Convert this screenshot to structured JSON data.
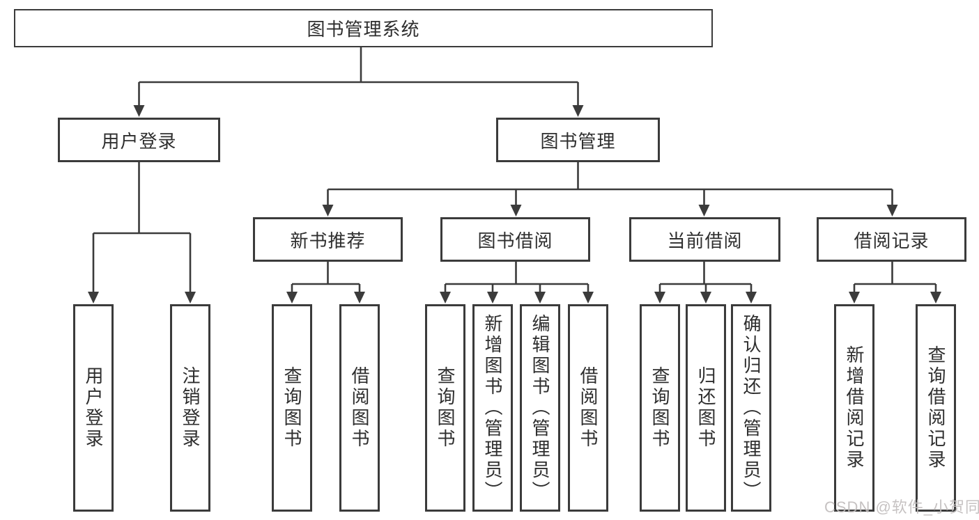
{
  "tree": {
    "root": {
      "label": "图书管理系统",
      "children": {
        "user_login": {
          "label": "用户登录",
          "children": {
            "login": {
              "label": "用户登录"
            },
            "logout": {
              "label": "注销登录"
            }
          }
        },
        "book_mgmt": {
          "label": "图书管理",
          "children": {
            "new_books": {
              "label": "新书推荐",
              "children": {
                "query": {
                  "label": "查询图书"
                },
                "borrow": {
                  "label": "借阅图书"
                }
              }
            },
            "book_borrow": {
              "label": "图书借阅",
              "children": {
                "query": {
                  "label": "查询图书"
                },
                "add": {
                  "label": "新增图书（管理员）"
                },
                "edit": {
                  "label": "编辑图书（管理员）"
                },
                "borrow": {
                  "label": "借阅图书"
                }
              }
            },
            "current_borrow": {
              "label": "当前借阅",
              "children": {
                "query": {
                  "label": "查询图书"
                },
                "return": {
                  "label": "归还图书"
                },
                "confirm_return": {
                  "label": "确认归还（管理员）"
                }
              }
            },
            "borrow_records": {
              "label": "借阅记录",
              "children": {
                "add_record": {
                  "label": "新增借阅记录"
                },
                "query_record": {
                  "label": "查询借阅记录"
                }
              }
            }
          }
        }
      }
    }
  },
  "watermark": {
    "text": "CSDN @软件_小贺同学"
  },
  "colors": {
    "line": "#3b3b3b",
    "text": "#2e2e2e",
    "watermark": "#c1bdbd",
    "background": "#ffffff"
  }
}
